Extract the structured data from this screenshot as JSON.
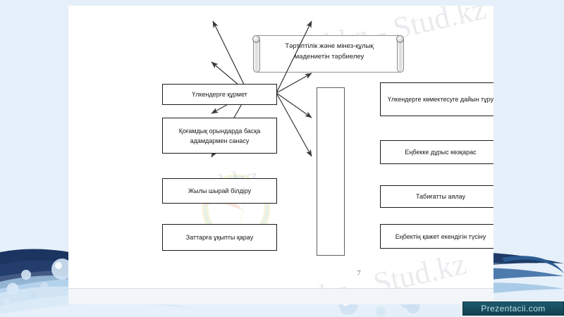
{
  "slide": {
    "page_number": "7",
    "title": {
      "line1": "Тәртіптілік және мінез-құлық",
      "line2": "мәдениетін тәрбиелеу"
    },
    "left_boxes": [
      {
        "id": "box-l1",
        "text": "Үлкендерге құрмет"
      },
      {
        "id": "box-l2",
        "text": "Қоғамдық орындарда басқа адамдармен санасу"
      },
      {
        "id": "box-l3",
        "text": "Жылы шырай білдіру"
      },
      {
        "id": "box-l4",
        "text": "Заттарға ұқыпты қарау"
      }
    ],
    "right_boxes": [
      {
        "id": "box-r1",
        "text": "Үлкендерге көмектесуге дайын тұру"
      },
      {
        "id": "box-r2",
        "text": "Еңбекке дұрыс көзқарас"
      },
      {
        "id": "box-r3",
        "text": "Табиғатты аялау"
      },
      {
        "id": "box-r4",
        "text": "Еңбектің қажет екендігін түсіну"
      }
    ],
    "center_bar_label": ""
  },
  "watermarks": {
    "top": "Stud.kz - Stud.kz",
    "middle": "Stud.kz",
    "bottom": "Stud.kz - Stud.kz"
  },
  "footer": {
    "badge_label": "Prezentacii.com"
  },
  "colors": {
    "page_background": "#e6f0fa",
    "slide_background": "#ffffff",
    "box_border": "#1c1c1c",
    "center_bar_border": "#5b5f63",
    "arrow": "#3a3a3a",
    "badge_background": "#11414f",
    "badge_text": "#bfe3ea",
    "deco_navy": "#1b3560",
    "deco_blue": "#7fa8d6"
  }
}
